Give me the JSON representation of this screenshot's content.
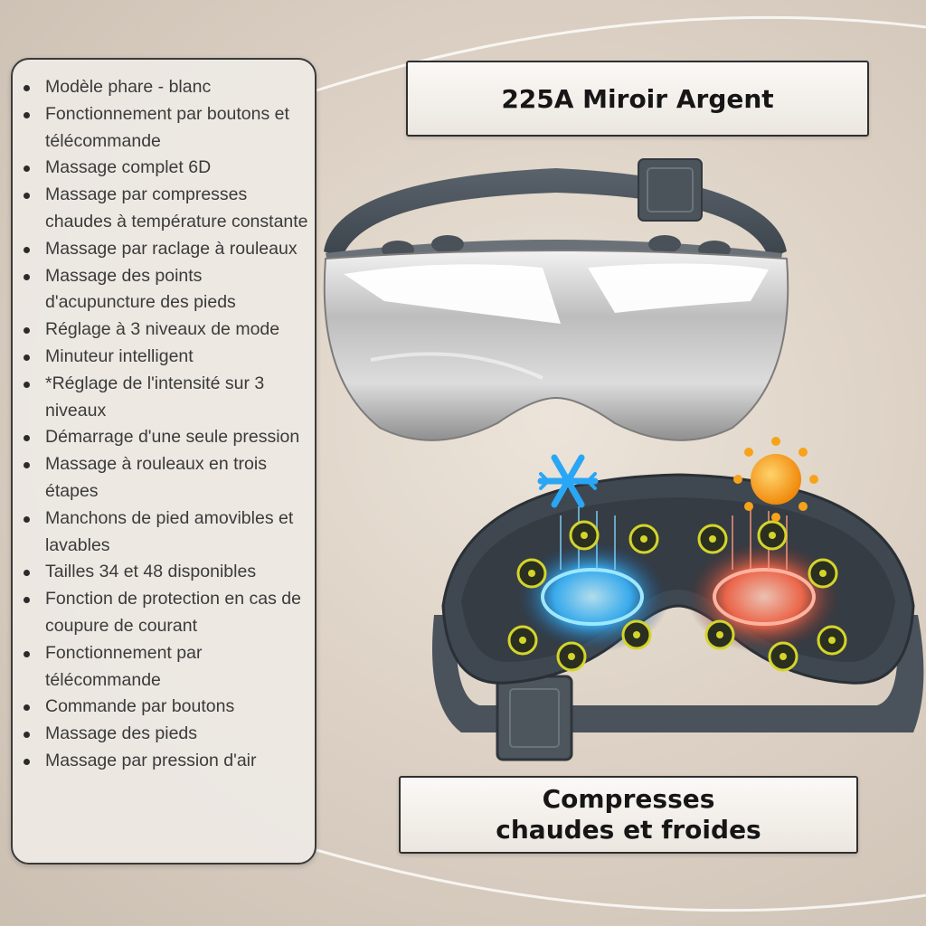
{
  "title": "225A Miroir Argent",
  "features": [
    "Modèle phare - blanc",
    "Fonctionnement par boutons et télécommande",
    "Massage complet 6D",
    "Massage par compresses chaudes à température constante",
    "Massage par raclage à rouleaux",
    "Massage des points d'acupuncture des pieds",
    "Réglage à 3 niveaux de mode",
    "Minuteur intelligent",
    "*Réglage de l'intensité sur 3 niveaux",
    "Démarrage d'une seule pression",
    "Massage à rouleaux en trois étapes",
    "Manchons de pied amovibles et lavables",
    "Tailles 34 et 48 disponibles",
    "Fonction de protection en cas de coupure de courant",
    "Fonctionnement par télécommande",
    "Commande par boutons",
    "Massage des pieds",
    "Massage par pression d'air"
  ],
  "caption": {
    "line1": "Compresses",
    "line2": "chaudes et froides"
  },
  "icons": {
    "cold": "snowflake-icon",
    "heat": "sun-icon"
  },
  "colors": {
    "strap": "#4a525b",
    "cold_glow": "#38b6ff",
    "heat_glow": "#ff6a4a",
    "node": "#d4d52a",
    "sun": "#f7a21a"
  }
}
